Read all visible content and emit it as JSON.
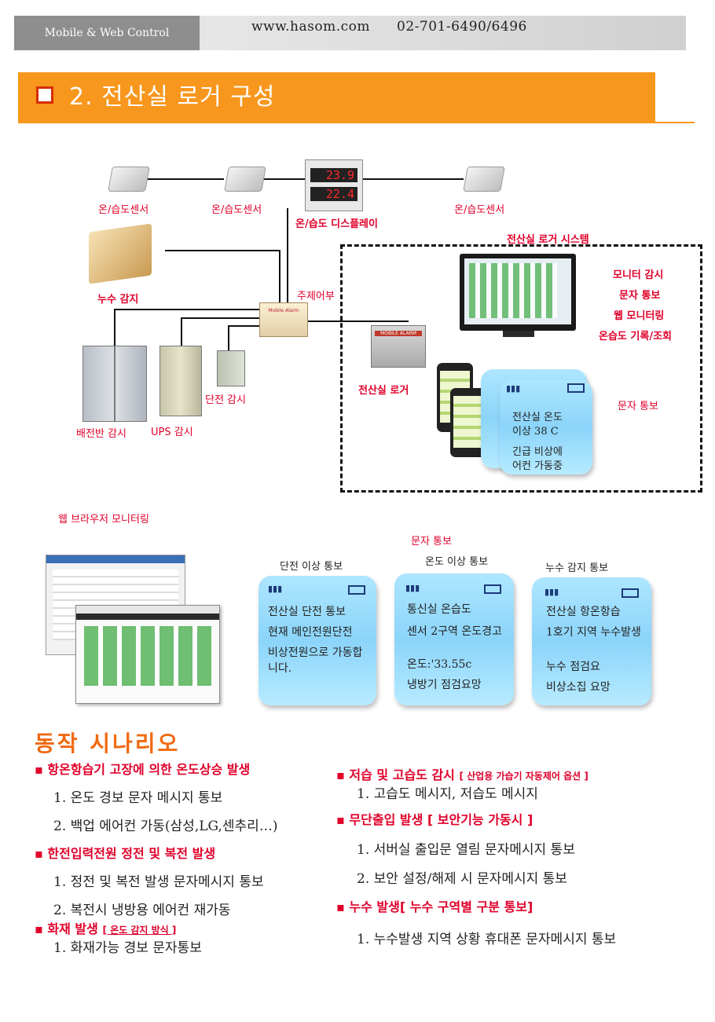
{
  "header": {
    "tag": "Mobile & Web Control",
    "url": "www.hasom.com",
    "phone": "02-701-6490/6496"
  },
  "title": "2.  전산실 로거 구성",
  "diagram": {
    "sensor_label_1": "온/습도센서",
    "sensor_label_2": "온/습도센서",
    "sensor_label_3": "온/습도센서",
    "display_label": "온/습도 디스플레이",
    "display_top": "23.9",
    "display_bottom": "22.4",
    "leak_label": "누수 감지",
    "controller_label": "주제어부",
    "controller_text": "Mobile Alarm",
    "power_panel_label": "배전반 감시",
    "ups_label": "UPS 감시",
    "outage_label": "단전 감시",
    "system_label": "전산실 로거 시스템",
    "logger_label": "전산실 로거",
    "logger_text": "MOBILE ALARM",
    "features": [
      "모니터 감시",
      "문자 통보",
      "웹 모니터링",
      "온습도 기록/조회"
    ],
    "sms_label": "문자 통보",
    "phone_msg_line1": "전산실 온도",
    "phone_msg_line2": "이상 38 C",
    "phone_msg_line3": "긴급 비상에",
    "phone_msg_line4": "어컨 가동중"
  },
  "web_monitor_label": "웹 브라우저 모니터링",
  "sms_section_label": "문자 통보",
  "sms_cards": [
    {
      "heading": "단전 이상 통보",
      "lines": [
        "전산실 단전 통보",
        "현재 메인전원단전",
        "비상전원으로 가동합니다."
      ]
    },
    {
      "heading": "온도 이상 통보",
      "lines": [
        "통신실  온습도",
        "센서 2구역 온도경고",
        "온도:'33.55c",
        "냉방기 점검요망"
      ]
    },
    {
      "heading": "누수 감지 통보",
      "lines": [
        "전산실 항온항습",
        "1호기 지역 누수발생",
        "누수 점검요",
        "비상소집 요망"
      ]
    }
  ],
  "scenario": {
    "title": "동작 시나리오",
    "left": [
      {
        "head": "항온항습기 고장에 의한 온도상승 발생",
        "sub": "",
        "items": [
          "1. 온도 경보 문자 메시지 통보",
          "2. 백업 에어컨 가동(삼성,LG,센추리…)"
        ]
      },
      {
        "head": "한전입력전원 정전 및 복전 발생",
        "sub": "",
        "items": [
          "1. 정전 및 복전 발생 문자메시지 통보",
          "2. 복전시 냉방용 에어컨 재가동"
        ]
      },
      {
        "head": "화재 발생",
        "sub": "[ 온도 감지 방식 ]",
        "items": [
          "1. 화재가능 경보 문자통보"
        ]
      }
    ],
    "right": [
      {
        "head": "저습 및 고습도 감시",
        "sub": "[ 산업용 가습기 자동제어 옵션 ]",
        "items": [
          "1. 고습도 메시지, 저습도 메시지"
        ]
      },
      {
        "head": "무단출입 발생 [ 보안기능 가동시 ]",
        "sub": "",
        "items": [
          "1. 서버실 출입문 열림 문자메시지 통보",
          "2. 보안 설정/해제 시 문자메시지 통보"
        ]
      },
      {
        "head": "누수 발생[ 누수 구역별 구분 통보]",
        "sub": "",
        "items": [
          "1. 누수발생 지역 상황 휴대폰 문자메시지 통보"
        ]
      }
    ]
  },
  "colors": {
    "orange": "#f8971d",
    "red": "#e0002a",
    "scenario_title": "#f06a10",
    "card_blue": "#8bd4fa"
  }
}
